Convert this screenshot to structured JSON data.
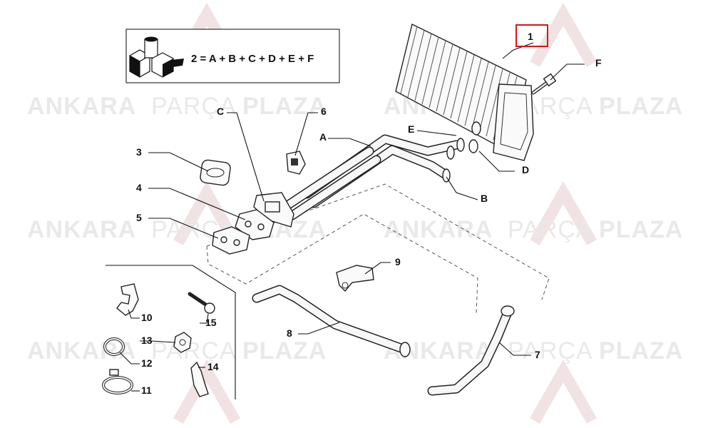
{
  "watermark": {
    "brand_bold_1": "ANKARA",
    "brand_light": "PARÇA",
    "brand_bold_2": "PLAZA"
  },
  "kit_box": {
    "formula": "2 = A + B + C + D + E + F",
    "icon": "kit-package-icon"
  },
  "highlight_color": "#d9151b",
  "callouts": {
    "p1": "1",
    "p3": "3",
    "p4": "4",
    "p5": "5",
    "p6": "6",
    "p7": "7",
    "p8": "8",
    "p9": "9",
    "p10": "10",
    "p11": "11",
    "p12": "12",
    "p13": "13",
    "p14": "14",
    "p15": "15",
    "pA": "A",
    "pB": "B",
    "pC": "C",
    "pD": "D",
    "pE": "E",
    "pF": "F"
  }
}
